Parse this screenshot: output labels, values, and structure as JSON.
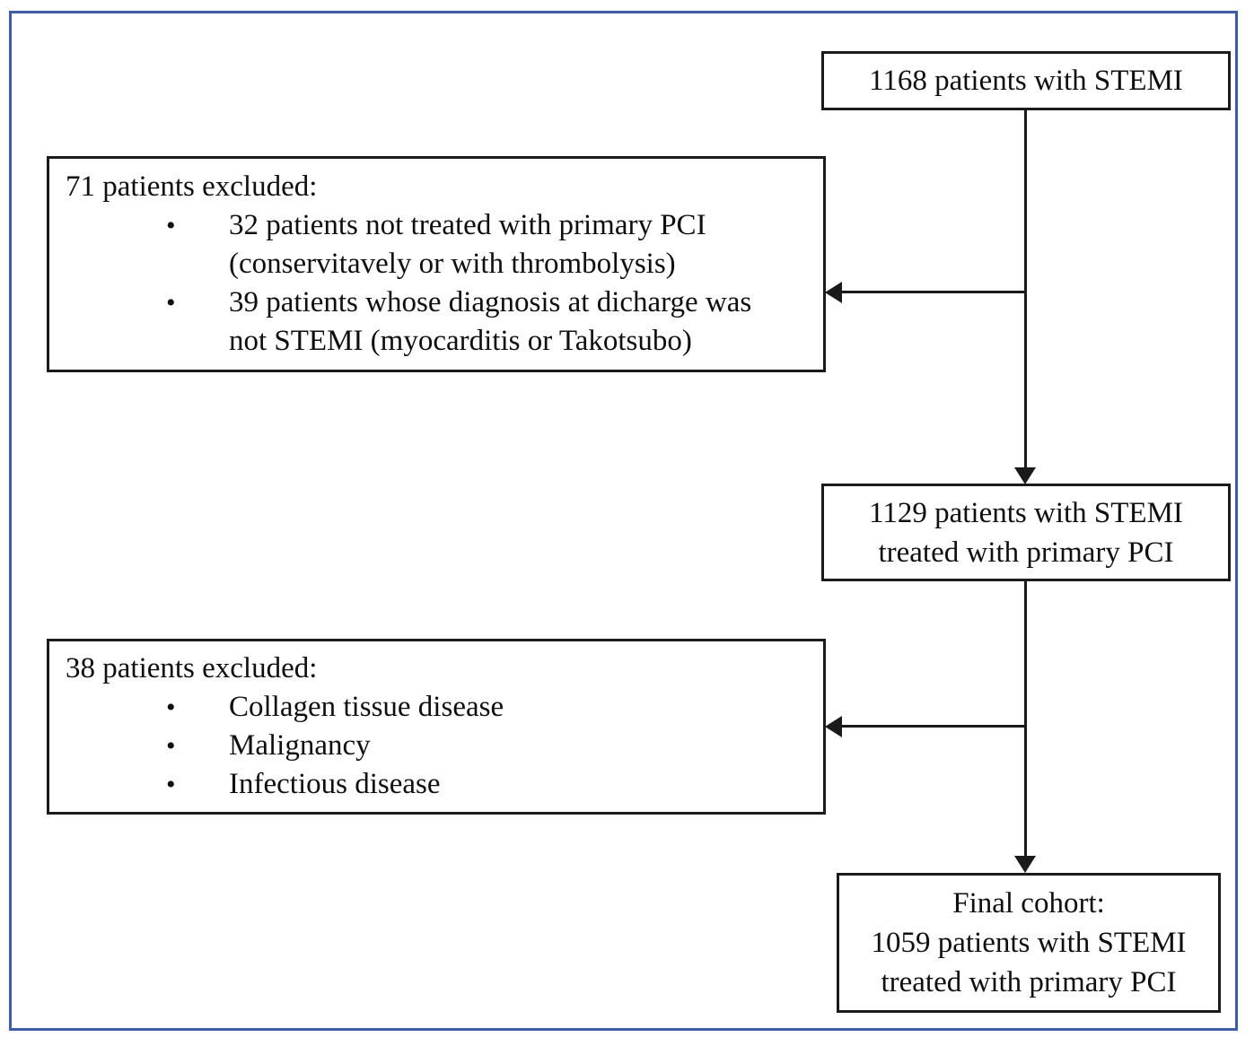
{
  "diagram": {
    "type": "patient-flowchart",
    "frame_color": "#3d5da7",
    "box_border_color": "#1b1b1b",
    "text_color": "#0f0f0f",
    "bullet_char": "•",
    "nodes": {
      "initial": {
        "text": "1168 patients with STEMI"
      },
      "exclusion1": {
        "title": "71 patients excluded:",
        "bullets": [
          "32 patients not treated with primary PCI\n(conservitavely or with thrombolysis)",
          "39 patients whose diagnosis at dicharge was\nnot STEMI (myocarditis or Takotsubo)"
        ]
      },
      "pci": {
        "text": "1129 patients with STEMI\ntreated with primary PCI"
      },
      "exclusion2": {
        "title": "38 patients excluded:",
        "bullets": [
          "Collagen tissue disease",
          "Malignancy",
          "Infectious disease"
        ]
      },
      "final": {
        "text": "Final cohort:\n1059 patients with STEMI\ntreated with primary PCI"
      }
    }
  }
}
